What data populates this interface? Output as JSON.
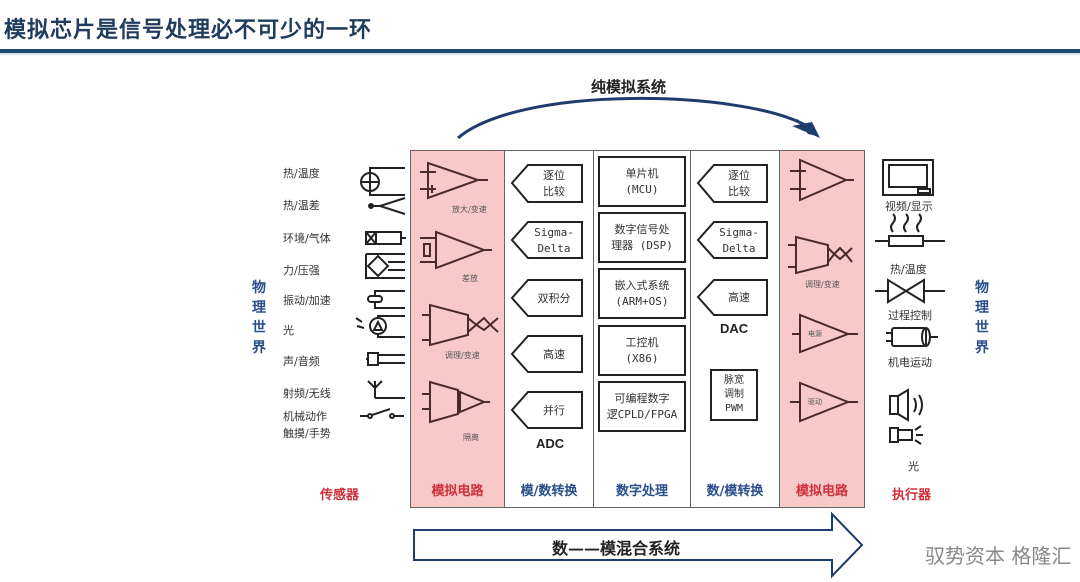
{
  "title": "模拟芯片是信号处理必不可少的一环",
  "top_arrow_label": "纯模拟系统",
  "bottom_arrow_label": "数——模混合系统",
  "side_label_left": [
    "物",
    "理",
    "世",
    "界"
  ],
  "side_label_right": [
    "物",
    "理",
    "世",
    "界"
  ],
  "sensors": {
    "title": "传感器",
    "items": [
      "热/温度",
      "热/温差",
      "环境/气体",
      "力/压强",
      "振动/加速",
      "光",
      "声/音频",
      "射频/无线",
      "机械动作",
      "触摸/手势"
    ]
  },
  "analog_left": {
    "title": "模拟电路",
    "amps": [
      "放大/变速",
      "差放",
      "调理/变速",
      "隔离"
    ]
  },
  "adc": {
    "title": "模/数转换",
    "items": [
      [
        "逐位",
        "比较"
      ],
      [
        "Sigma-",
        "Delta"
      ],
      [
        "双积分"
      ],
      [
        "高速"
      ],
      [
        "并行"
      ]
    ],
    "label": "ADC"
  },
  "digital": {
    "title": "数字处理",
    "items": [
      [
        "单片机",
        "(MCU)"
      ],
      [
        "数字信号处",
        "理器 (DSP)"
      ],
      [
        "嵌入式系统",
        "(ARM+OS)"
      ],
      [
        "工控机",
        "(X86)"
      ],
      [
        "可编程数字",
        "逻CPLD/FPGA"
      ]
    ]
  },
  "dac": {
    "title": "数/模转换",
    "items": [
      [
        "逐位",
        "比较"
      ],
      [
        "Sigma-",
        "Delta"
      ],
      [
        "高速"
      ]
    ],
    "label": "DAC",
    "pwm": [
      "脉宽",
      "调制",
      "PWM"
    ]
  },
  "analog_right": {
    "title": "模拟电路",
    "amps": [
      "调理/变速",
      "电源",
      "驱动"
    ]
  },
  "actuators": {
    "title": "执行器",
    "items": [
      "视频/显示",
      "热/温度",
      "过程控制",
      "机电运动",
      "光"
    ]
  },
  "watermark": "驭势资本 格隆汇",
  "colors": {
    "title": "#1f3c5e",
    "analog_bg": "#f8c9c9",
    "red_text": "#d0303a",
    "blue_text": "#2a4f8c",
    "arrow": "#1f3c6e"
  }
}
